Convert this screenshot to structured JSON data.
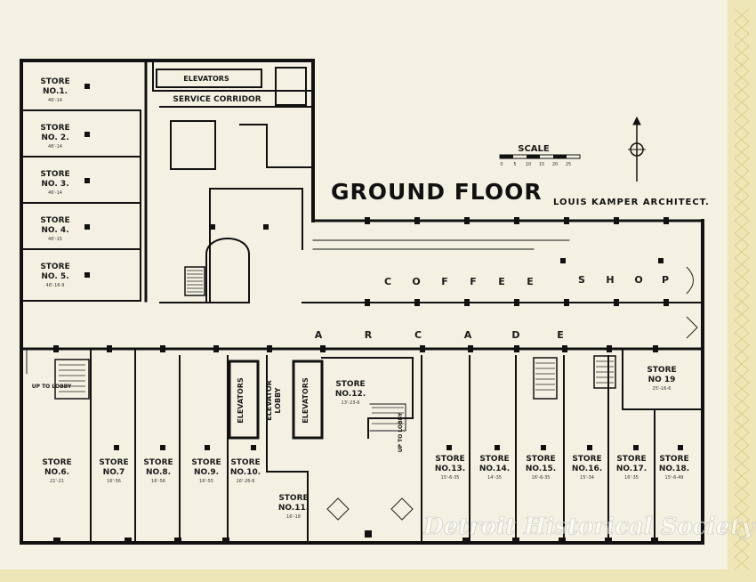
{
  "title": "GROUND FLOOR",
  "architect": "LOUIS KAMPER ARCHITECT.",
  "scale": {
    "label": "SCALE",
    "ticks": [
      "0",
      "5",
      "10",
      "15",
      "20",
      "25"
    ]
  },
  "watermark": "Detroit Historical Society",
  "corridors": {
    "elevators_top": "ELEVATORS",
    "service": "SERVICE CORRIDOR",
    "coffee": [
      "C",
      "O",
      "F",
      "F",
      "E",
      "E"
    ],
    "shop": [
      "S",
      "H",
      "O",
      "P"
    ],
    "arcade": [
      "A",
      "R",
      "C",
      "A",
      "D",
      "E"
    ],
    "elevator_left": "ELEVATORS",
    "elevator_lobby": [
      "ELEVATOR",
      "LOBBY"
    ],
    "elevator_right": "ELEVATORS",
    "up_to_lobby_left": "UP TO LOBBY",
    "up_to_lobby_mid": "UP TO LOBBY"
  },
  "stores": [
    {
      "l1": "STORE",
      "l2": "NO.1.",
      "dim": "46'-14"
    },
    {
      "l1": "STORE",
      "l2": "NO. 2.",
      "dim": "46'-14"
    },
    {
      "l1": "STORE",
      "l2": "NO. 3.",
      "dim": "46'-14"
    },
    {
      "l1": "STORE",
      "l2": "NO. 4.",
      "dim": "46'-15"
    },
    {
      "l1": "STORE",
      "l2": "NO. 5.",
      "dim": "46'-16-9"
    },
    {
      "l1": "STORE",
      "l2": "NO.6.",
      "dim": "21'-21"
    },
    {
      "l1": "STORE",
      "l2": "NO.7",
      "dim": "16'-56"
    },
    {
      "l1": "STORE",
      "l2": "NO.8.",
      "dim": "16'-56"
    },
    {
      "l1": "STORE",
      "l2": "NO.9.",
      "dim": "16'-55"
    },
    {
      "l1": "STORE",
      "l2": "NO.10.",
      "dim": "16'-26-6"
    },
    {
      "l1": "STORE",
      "l2": "NO.11.",
      "dim": "16'-18"
    },
    {
      "l1": "STORE",
      "l2": "NO.12.",
      "dim": "13'-23-6"
    },
    {
      "l1": "STORE",
      "l2": "NO.13.",
      "dim": "15'-6-35"
    },
    {
      "l1": "STORE",
      "l2": "NO.14.",
      "dim": "14'-35"
    },
    {
      "l1": "STORE",
      "l2": "NO.15.",
      "dim": "16'-6-35"
    },
    {
      "l1": "STORE",
      "l2": "NO.16.",
      "dim": "15'-34"
    },
    {
      "l1": "STORE",
      "l2": "NO.17.",
      "dim": "16'-35"
    },
    {
      "l1": "STORE",
      "l2": "NO.18.",
      "dim": "15'-6-49"
    },
    {
      "l1": "STORE",
      "l2": "NO 19",
      "dim": "25'-16-6"
    }
  ]
}
